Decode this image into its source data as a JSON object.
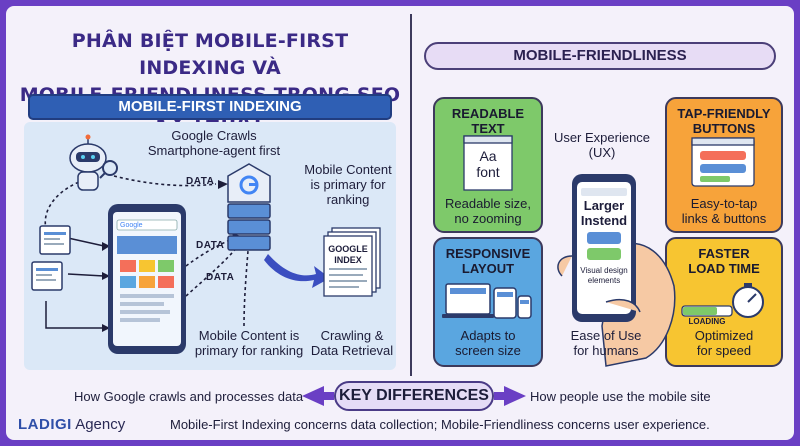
{
  "header": {
    "title_line1": "PHÂN BIỆT MOBILE-FIRST INDEXING VÀ",
    "title_line2": "MOBILE-FRIENDLINESS TRONG SEO KỸ THUẬT"
  },
  "left_section": {
    "banner": "MOBILE-FIRST INDEXING",
    "crawl_line1": "Google Crawls",
    "crawl_line2": "Smartphone-agent first",
    "data_label": "DATA",
    "content_primary_line1": "Mobile Content",
    "content_primary_line2": "is primary for",
    "content_primary_line3": "ranking",
    "index_line1": "GOOGLE",
    "index_line2": "INDEX",
    "bottom_primary_line1": "Mobile Content is",
    "bottom_primary_line2": "primary for ranking",
    "retrieval_line1": "Crawling &",
    "retrieval_line2": "Data Retrieval",
    "google_label": "Google"
  },
  "right_section": {
    "banner": "MOBILE-FRIENDLINESS",
    "ux_line1": "User Experience",
    "ux_line2": "(UX)",
    "phone_text_line1": "Larger",
    "phone_text_line2": "Instend",
    "phone_caption_line1": "Visual design",
    "phone_caption_line2": "elements",
    "ease_line1": "Ease of Use",
    "ease_line2": "for humans",
    "cards": {
      "readable": {
        "title1": "READABLE",
        "title2": "TEXT",
        "sample1": "Aa",
        "sample2": "font",
        "sub1": "Readable size,",
        "sub2": "no zooming"
      },
      "tap": {
        "title1": "TAP-FRIENDLY",
        "title2": "BUTTONS",
        "sub1": "Easy-to-tap",
        "sub2": "links & buttons"
      },
      "responsive": {
        "title1": "RESPONSIVE",
        "title2": "LAYOUT",
        "sub1": "Adapts to",
        "sub2": "screen size"
      },
      "faster": {
        "title1": "FASTER",
        "title2": "LOAD TIME",
        "loading": "LOADING",
        "sub1": "Optimized",
        "sub2": "for speed"
      }
    }
  },
  "footer": {
    "key_differences": "KEY DIFFERENCES",
    "left_note": "How Google crawls and processes data",
    "right_note": "How people use the mobile site",
    "brand_name": "LADIGI",
    "brand_suffix": "Agency",
    "summary": "Mobile-First Indexing concerns data collection; Mobile-Friendliness concerns user experience."
  },
  "colors": {
    "frame_border": "#6a3fc4",
    "title": "#3b2a86",
    "banner_blue": "#2f5fb4",
    "card_green": "#7ec96a",
    "card_orange": "#f7a33a",
    "card_blue": "#5aa6e0",
    "card_yellow": "#f7c531"
  }
}
